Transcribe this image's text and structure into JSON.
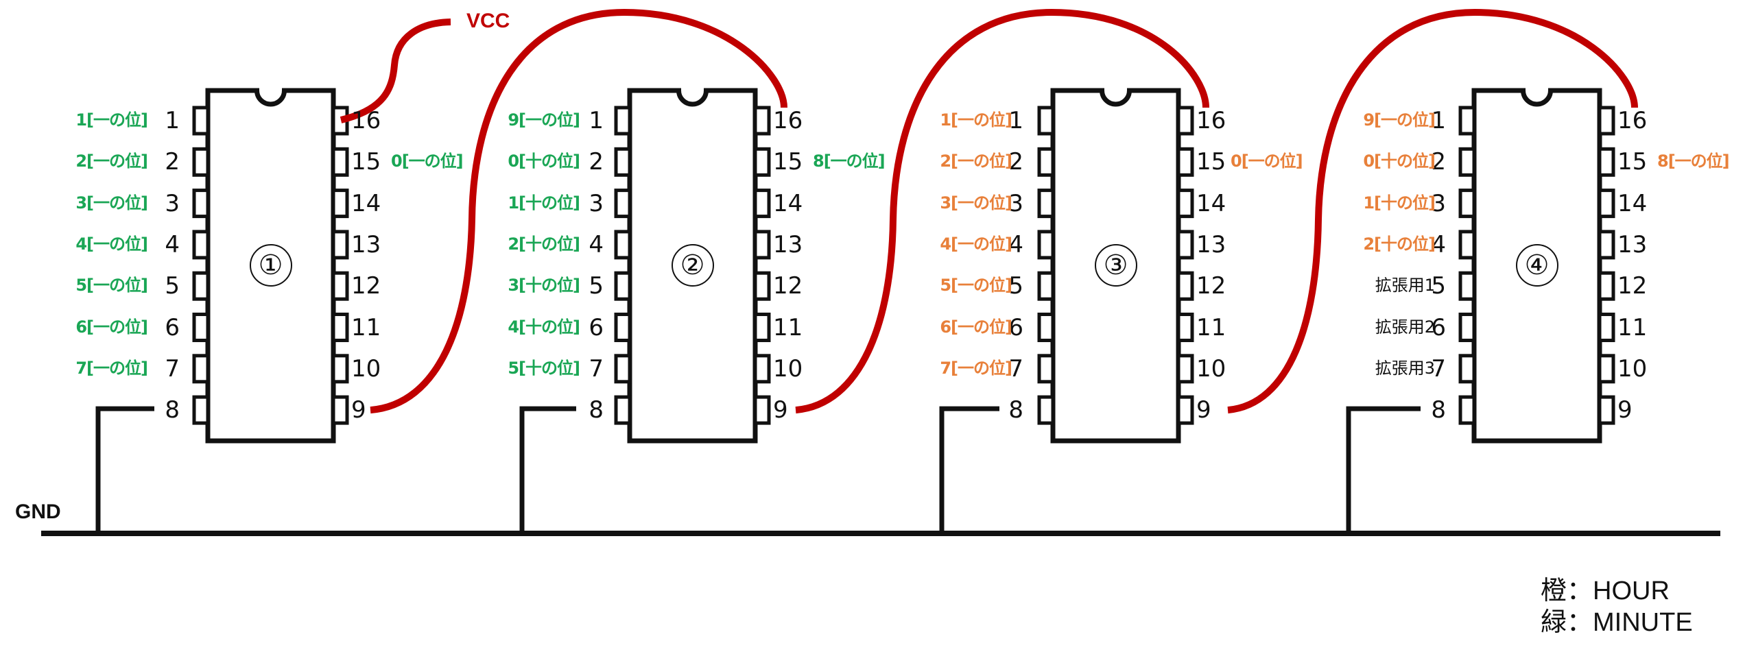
{
  "labels": {
    "vcc": "VCC",
    "gnd": "GND"
  },
  "colors": {
    "hour": "#e8803a",
    "minute": "#1aa655",
    "wire": "#c00000",
    "ink": "#111111"
  },
  "legend": [
    {
      "key": "橙",
      "sep": "：",
      "value": "HOUR"
    },
    {
      "key": "緑",
      "sep": "：",
      "value": "MINUTE"
    }
  ],
  "chips": [
    {
      "number": "①",
      "left_pins": [
        {
          "pin": "1",
          "label": "1[一の位]",
          "color": "minute"
        },
        {
          "pin": "2",
          "label": "2[一の位]",
          "color": "minute"
        },
        {
          "pin": "3",
          "label": "3[一の位]",
          "color": "minute"
        },
        {
          "pin": "4",
          "label": "4[一の位]",
          "color": "minute"
        },
        {
          "pin": "5",
          "label": "5[一の位]",
          "color": "minute"
        },
        {
          "pin": "6",
          "label": "6[一の位]",
          "color": "minute"
        },
        {
          "pin": "7",
          "label": "7[一の位]",
          "color": "minute"
        },
        {
          "pin": "8",
          "label": "",
          "color": "ink"
        }
      ],
      "right_pins": [
        {
          "pin": "16",
          "label": ""
        },
        {
          "pin": "15",
          "label": "0[一の位]",
          "color": "minute"
        },
        {
          "pin": "14",
          "label": ""
        },
        {
          "pin": "13",
          "label": ""
        },
        {
          "pin": "12",
          "label": ""
        },
        {
          "pin": "11",
          "label": ""
        },
        {
          "pin": "10",
          "label": ""
        },
        {
          "pin": "9",
          "label": ""
        }
      ]
    },
    {
      "number": "②",
      "left_pins": [
        {
          "pin": "1",
          "label": "9[一の位]",
          "color": "minute"
        },
        {
          "pin": "2",
          "label": "0[十の位]",
          "color": "minute"
        },
        {
          "pin": "3",
          "label": "1[十の位]",
          "color": "minute"
        },
        {
          "pin": "4",
          "label": "2[十の位]",
          "color": "minute"
        },
        {
          "pin": "5",
          "label": "3[十の位]",
          "color": "minute"
        },
        {
          "pin": "6",
          "label": "4[十の位]",
          "color": "minute"
        },
        {
          "pin": "7",
          "label": "5[十の位]",
          "color": "minute"
        },
        {
          "pin": "8",
          "label": "",
          "color": "ink"
        }
      ],
      "right_pins": [
        {
          "pin": "16",
          "label": ""
        },
        {
          "pin": "15",
          "label": "8[一の位]",
          "color": "minute"
        },
        {
          "pin": "14",
          "label": ""
        },
        {
          "pin": "13",
          "label": ""
        },
        {
          "pin": "12",
          "label": ""
        },
        {
          "pin": "11",
          "label": ""
        },
        {
          "pin": "10",
          "label": ""
        },
        {
          "pin": "9",
          "label": ""
        }
      ]
    },
    {
      "number": "③",
      "left_pins": [
        {
          "pin": "1",
          "label": "1[一の位]",
          "color": "hour"
        },
        {
          "pin": "2",
          "label": "2[一の位]",
          "color": "hour"
        },
        {
          "pin": "3",
          "label": "3[一の位]",
          "color": "hour"
        },
        {
          "pin": "4",
          "label": "4[一の位]",
          "color": "hour"
        },
        {
          "pin": "5",
          "label": "5[一の位]",
          "color": "hour"
        },
        {
          "pin": "6",
          "label": "6[一の位]",
          "color": "hour"
        },
        {
          "pin": "7",
          "label": "7[一の位]",
          "color": "hour"
        },
        {
          "pin": "8",
          "label": "",
          "color": "ink"
        }
      ],
      "right_pins": [
        {
          "pin": "16",
          "label": ""
        },
        {
          "pin": "15",
          "label": "0[一の位]",
          "color": "hour"
        },
        {
          "pin": "14",
          "label": ""
        },
        {
          "pin": "13",
          "label": ""
        },
        {
          "pin": "12",
          "label": ""
        },
        {
          "pin": "11",
          "label": ""
        },
        {
          "pin": "10",
          "label": ""
        },
        {
          "pin": "9",
          "label": ""
        }
      ]
    },
    {
      "number": "④",
      "left_pins": [
        {
          "pin": "1",
          "label": "9[一の位]",
          "color": "hour"
        },
        {
          "pin": "2",
          "label": "0[十の位]",
          "color": "hour"
        },
        {
          "pin": "3",
          "label": "1[十の位]",
          "color": "hour"
        },
        {
          "pin": "4",
          "label": "2[十の位]",
          "color": "hour"
        },
        {
          "pin": "5",
          "label": "拡張用1",
          "color": "ink"
        },
        {
          "pin": "6",
          "label": "拡張用2",
          "color": "ink"
        },
        {
          "pin": "7",
          "label": "拡張用3",
          "color": "ink"
        },
        {
          "pin": "8",
          "label": "",
          "color": "ink"
        }
      ],
      "right_pins": [
        {
          "pin": "16",
          "label": ""
        },
        {
          "pin": "15",
          "label": "8[一の位]",
          "color": "hour"
        },
        {
          "pin": "14",
          "label": ""
        },
        {
          "pin": "13",
          "label": ""
        },
        {
          "pin": "12",
          "label": ""
        },
        {
          "pin": "11",
          "label": ""
        },
        {
          "pin": "10",
          "label": ""
        },
        {
          "pin": "9",
          "label": ""
        }
      ]
    }
  ]
}
